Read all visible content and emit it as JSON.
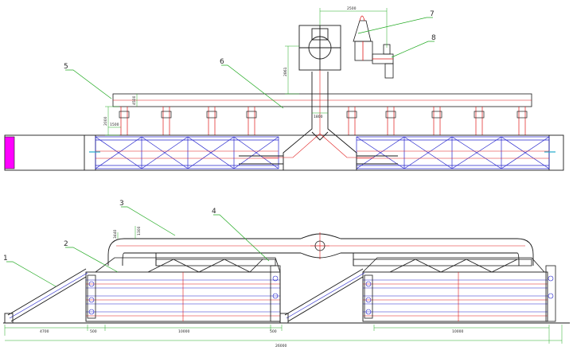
{
  "colors": {
    "outline": "#1a1a1a",
    "duct_red": "#e01818",
    "structure_blue": "#2222cc",
    "fabric_magenta": "#ff00ff",
    "leader_green": "#22aa22",
    "accent_cyan": "#22aacc",
    "background": "#ffffff"
  },
  "callouts": [
    {
      "id": "1",
      "label": "1"
    },
    {
      "id": "2",
      "label": "2"
    },
    {
      "id": "3",
      "label": "3"
    },
    {
      "id": "4",
      "label": "4"
    },
    {
      "id": "5",
      "label": "5"
    },
    {
      "id": "6",
      "label": "6"
    },
    {
      "id": "7",
      "label": "7"
    },
    {
      "id": "8",
      "label": "8"
    }
  ],
  "dimensions": {
    "fan_width": "2500",
    "fan_height": "2861",
    "header_height": "4500",
    "column_height": "2000",
    "column_spacing": "1500",
    "duct_diameter": "1800",
    "bottom_header_height": "3440",
    "bottom_branch": "1300",
    "feed_length": "4700",
    "gap_left": "500",
    "dryer_length_left": "10000",
    "gap_mid": "500",
    "dryer_length_right": "10000",
    "overall_length": "26000"
  }
}
